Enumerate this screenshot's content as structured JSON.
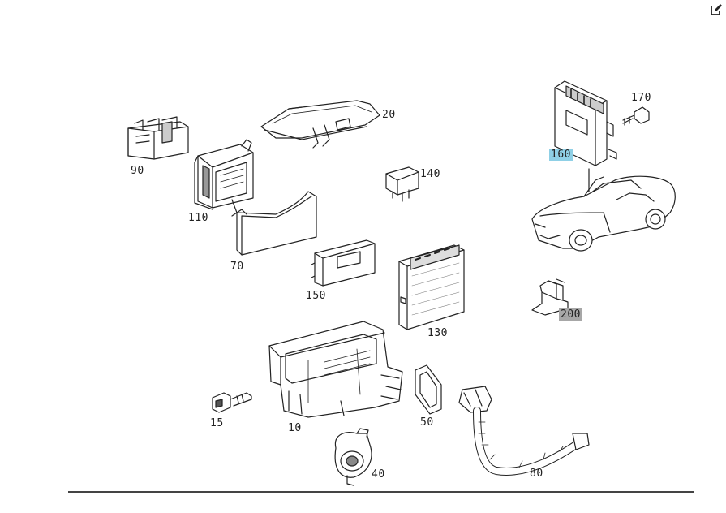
{
  "toolbar": {
    "edit_icon": "edit-icon"
  },
  "highlight_colors": {
    "selected": "#8fd0e6",
    "secondary": "#a7a7a7"
  },
  "parts": {
    "p90": "90",
    "p110": "110",
    "p20": "20",
    "p140": "140",
    "p70": "70",
    "p150": "150",
    "p130": "130",
    "p160": "160",
    "p170": "170",
    "p200": "200",
    "p10": "10",
    "p15": "15",
    "p50": "50",
    "p40": "40",
    "p80": "80"
  }
}
